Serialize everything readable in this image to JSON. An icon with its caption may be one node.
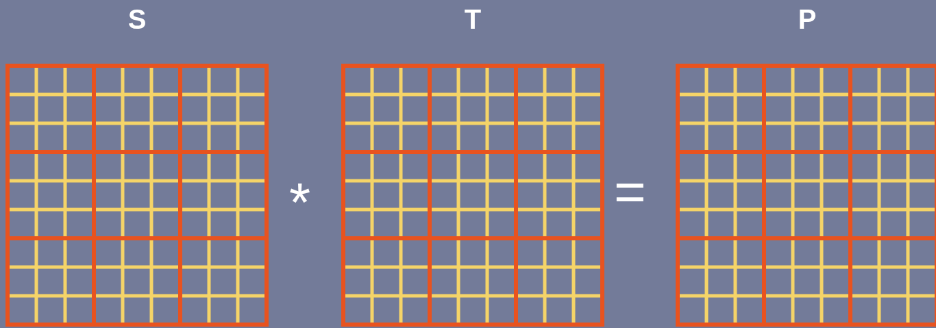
{
  "diagram": {
    "nodes": [
      {
        "text": [
          "S"
        ]
      },
      {
        "text": [
          "T"
        ]
      },
      {
        "text": [
          "P"
        ]
      }
    ],
    "labels": [
      "*",
      "="
    ]
  }
}
